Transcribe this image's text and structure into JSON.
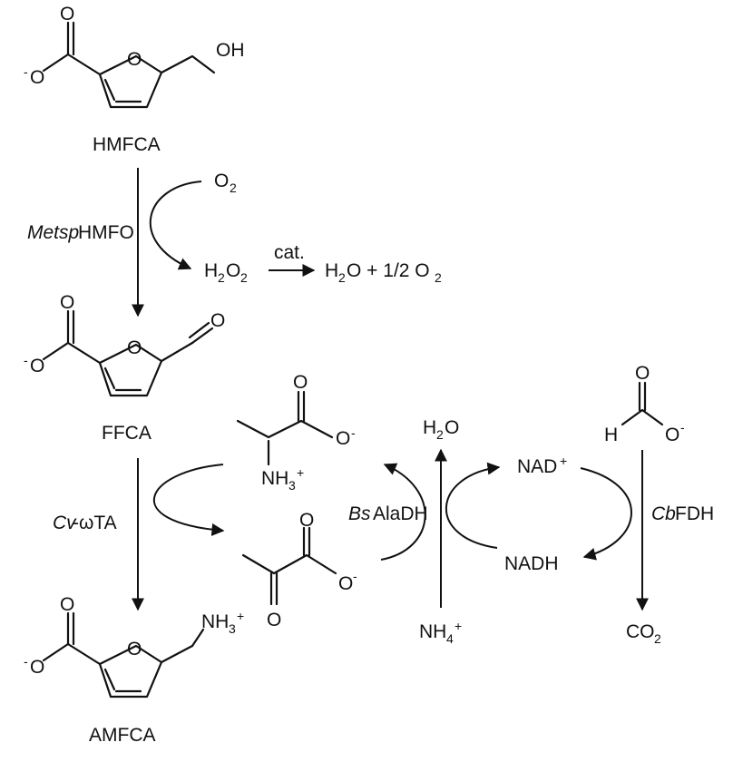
{
  "compounds": {
    "hmfca": "HMFCA",
    "ffca": "FFCA",
    "amfca": "AMFCA"
  },
  "atoms": {
    "o_minus": "O",
    "o": "O",
    "oh": "OH",
    "nh3": "NH",
    "h": "H",
    "minus": "-",
    "plus": "+",
    "sub3": "3"
  },
  "reagents": {
    "o2": "O",
    "h2o2": "H",
    "cat": "cat.",
    "h2o_half_o2": "H",
    "h2o": "H",
    "nad_plus": "NAD",
    "nadh": "NADH",
    "nh4": "NH",
    "co2": "CO",
    "sub2": "2",
    "sub4": "4",
    "half_text": "O + 1/2 O"
  },
  "enzymes": {
    "hmfo_italic": "Metsp",
    "hmfo_rest": "HMFO",
    "cvta_italic": "Cv",
    "cvta_rest": "-ωTA",
    "bsala_italic": "Bs",
    "bsala_rest": "AlaDH",
    "cbfdh_italic": "Cb",
    "cbfdh_rest": "FDH"
  }
}
